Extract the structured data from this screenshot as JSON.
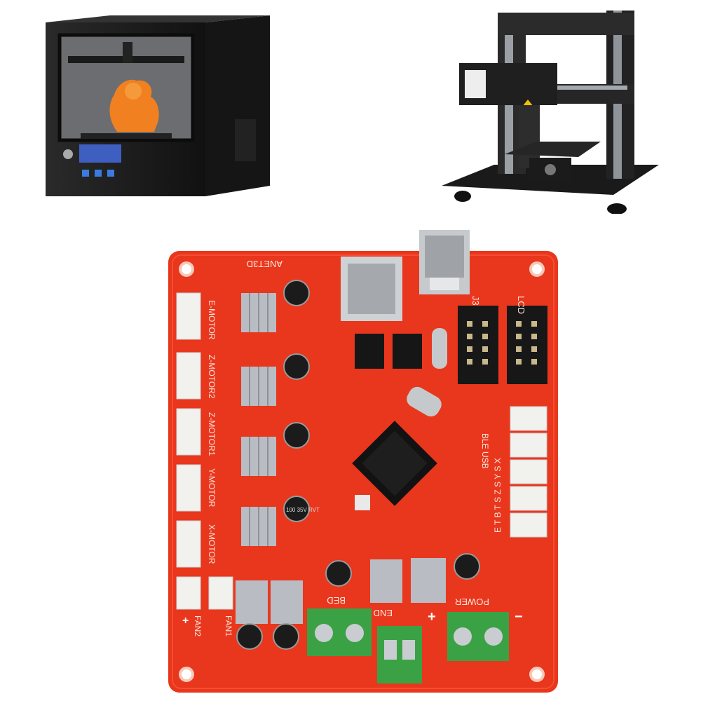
{
  "board": {
    "brand": "ANET3D",
    "connectors": {
      "j3": "J3",
      "lcd": "LCD",
      "e_motor": "E-MOTOR",
      "z_motor2": "Z-MOTOR2",
      "z_motor1": "Z-MOTOR1",
      "y_motor": "Y-MOTOR",
      "x_motor": "X-MOTOR",
      "fan2": "FAN2",
      "fan1": "FAN1",
      "bed": "BED",
      "end": "END",
      "power": "POWER",
      "ble_usb": "BLE USB",
      "stops": "E T B T S Z S Y S X"
    },
    "capacitor_text": "100 35V RVT",
    "plus": "+",
    "minus": "−"
  },
  "colors": {
    "pcb": "#e8371d",
    "printer_black": "#1c1c1c",
    "print_orange": "#f08020",
    "terminal_green": "#3aa245",
    "heatsink": "#b9bcc2"
  }
}
